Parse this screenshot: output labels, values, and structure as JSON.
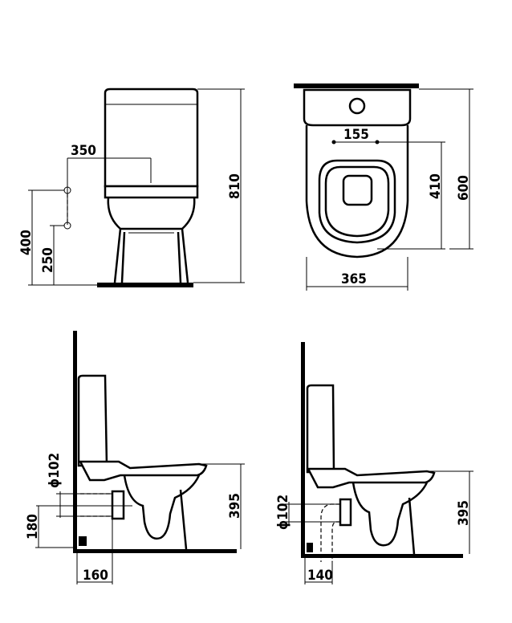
{
  "front_view": {
    "dim_width": "350",
    "dim_height": "810",
    "dim_inlet_high": "400",
    "dim_inlet_low": "250"
  },
  "top_view": {
    "dim_holes": "155",
    "dim_depth_seat": "410",
    "dim_depth": "600",
    "dim_width": "365"
  },
  "side_view_p_trap": {
    "dim_pipe": "ϕ102",
    "dim_height": "395",
    "dim_outlet_height": "180",
    "dim_outlet_distance": "160"
  },
  "side_view_s_trap": {
    "dim_pipe": "ϕ102",
    "dim_height": "395",
    "dim_outlet_distance": "140"
  }
}
